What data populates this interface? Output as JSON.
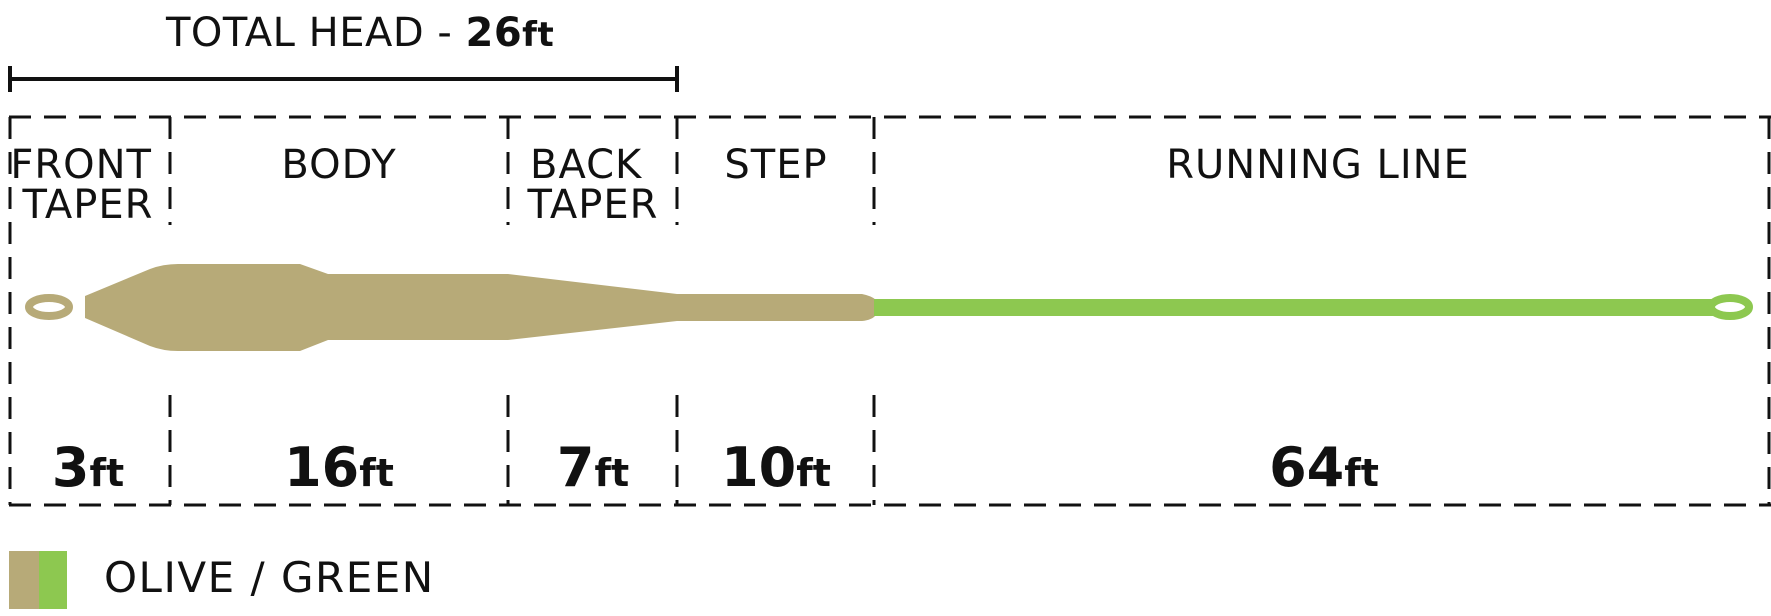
{
  "header": {
    "total_head_label": "TOTAL HEAD - ",
    "total_head_value": "26",
    "total_head_unit": "ft"
  },
  "sections": [
    {
      "name_line1": "FRONT",
      "name_line2": "TAPER",
      "length": "3",
      "unit": "ft"
    },
    {
      "name_line1": "BODY",
      "name_line2": "",
      "length": "16",
      "unit": "ft"
    },
    {
      "name_line1": "BACK",
      "name_line2": "TAPER",
      "length": "7",
      "unit": "ft"
    },
    {
      "name_line1": "STEP",
      "name_line2": "",
      "length": "10",
      "unit": "ft"
    },
    {
      "name_line1": "RUNNING LINE",
      "name_line2": "",
      "length": "64",
      "unit": "ft"
    }
  ],
  "legend": {
    "label": "OLIVE / GREEN",
    "colors": [
      "#b7aa78",
      "#8dc850"
    ]
  },
  "colors": {
    "head_olive": "#b7aa78",
    "running_green": "#8dc850"
  }
}
